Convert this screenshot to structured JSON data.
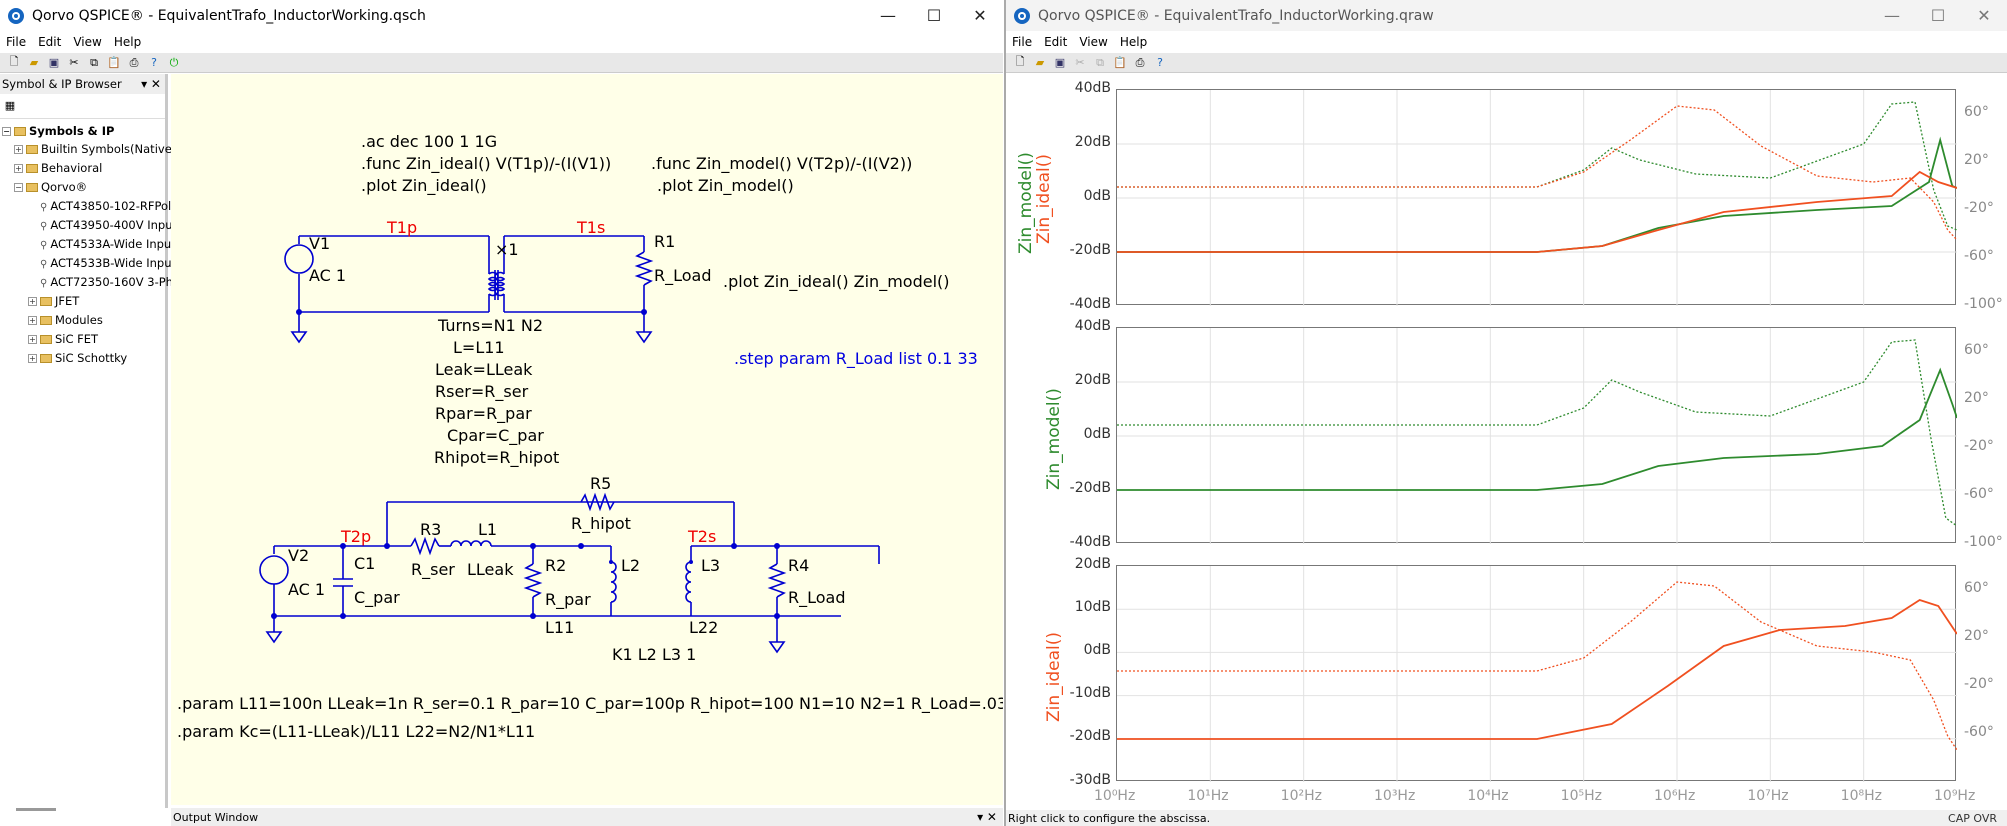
{
  "left_window": {
    "title": "Qorvo QSPICE® - EquivalentTrafo_InductorWorking.qsch",
    "menu": [
      "File",
      "Edit",
      "View",
      "Help"
    ],
    "browser": {
      "title": "Symbol & IP Browser",
      "items": [
        {
          "label": "Symbols & IP",
          "level": 0,
          "bold": true
        },
        {
          "label": "Builtin Symbols(Native D",
          "level": 1
        },
        {
          "label": "Behavioral",
          "level": 1
        },
        {
          "label": "Qorvo®",
          "level": 1
        },
        {
          "label": "ACT43850-102-RFPol",
          "level": 2
        },
        {
          "label": "ACT43950-400V Inpu",
          "level": 2
        },
        {
          "label": "ACT4533A-Wide Inpu",
          "level": 2
        },
        {
          "label": "ACT4533B-Wide Inpu",
          "level": 2
        },
        {
          "label": "ACT72350-160V 3-Ph",
          "level": 2
        },
        {
          "label": "JFET",
          "level": 1
        },
        {
          "label": "Modules",
          "level": 1
        },
        {
          "label": "SiC FET",
          "level": 1
        },
        {
          "label": "SiC Schottky",
          "level": 1
        }
      ]
    },
    "output_window": "Output Window",
    "schematic": {
      "directives": {
        "ac": ".ac dec 100 1 1G",
        "func_ideal": ".func Zin_ideal() V(T1p)/-(I(V1))",
        "plot_ideal": ".plot Zin_ideal()",
        "func_model": ".func Zin_model() V(T2p)/-(I(V2))",
        "plot_model": ".plot Zin_model()",
        "plot_both": ".plot Zin_ideal() Zin_model()",
        "step": ".step param R_Load list 0.1 33",
        "param1": ".param L11=100n LLeak=1n R_ser=0.1 R_par=10 C_par=100p R_hipot=100 N1=10 N2=1 R_Load=.03",
        "param2": ".param Kc=(L11-LLeak)/L11 L22=N2/N1*L11",
        "coupling": "K1 L2 L3 1"
      },
      "labels": {
        "v1": "V1",
        "v1_val": "AC 1",
        "t1p": "T1p",
        "t1s": "T1s",
        "x1": "×1",
        "r1": "R1",
        "r1_val": "R_Load",
        "turns": "Turns=N1 N2",
        "l": "L=L11",
        "leak": "Leak=LLeak",
        "rser": "Rser=R_ser",
        "rpar": "Rpar=R_par",
        "cpar": "Cpar=C_par",
        "rhipot": "Rhipot=R_hipot",
        "r5": "R5",
        "r5_val": "R_hipot",
        "v2": "V2",
        "v2_val": "AC 1",
        "t2p": "T2p",
        "c1": "C1",
        "c1_val": "C_par",
        "r3": "R3",
        "r3_val": "R_ser",
        "l1": "L1",
        "l1_val": "LLeak",
        "r2": "R2",
        "r2_val": "R_par",
        "l11": "L11",
        "l2": "L2",
        "t2s": "T2s",
        "l3": "L3",
        "l22": "L22",
        "r4": "R4",
        "r4_val": "R_Load"
      }
    }
  },
  "right_window": {
    "title": "Qorvo QSPICE® - EquivalentTrafo_InductorWorking.qraw",
    "menu": [
      "File",
      "Edit",
      "View",
      "Help"
    ],
    "status": "Right click to configure the abscissa.",
    "caps": "CAP OVR",
    "colors": {
      "model": "#2e8b2e",
      "ideal": "#f05020"
    },
    "chart_data": [
      {
        "type": "line",
        "pane": "top",
        "series": [
          {
            "name": "Zin_model()"
          },
          {
            "name": "Zin_ideal()"
          }
        ],
        "yticks_left": [
          "40dB",
          "20dB",
          "0dB",
          "-20dB",
          "-40dB"
        ],
        "yticks_right": [
          "60°",
          "20°",
          "-20°",
          "-60°",
          "-100°"
        ],
        "ylim": [
          -40,
          40
        ]
      },
      {
        "type": "line",
        "pane": "middle",
        "series": [
          {
            "name": "Zin_model()"
          }
        ],
        "yticks_left": [
          "40dB",
          "20dB",
          "0dB",
          "-20dB",
          "-40dB"
        ],
        "yticks_right": [
          "60°",
          "20°",
          "-20°",
          "-60°",
          "-100°"
        ],
        "ylim": [
          -40,
          40
        ]
      },
      {
        "type": "line",
        "pane": "bottom",
        "series": [
          {
            "name": "Zin_ideal()"
          }
        ],
        "yticks_left": [
          "20dB",
          "10dB",
          "0dB",
          "-10dB",
          "-20dB",
          "-30dB"
        ],
        "yticks_right": [
          "60°",
          "20°",
          "-20°",
          "-60°"
        ],
        "ylim": [
          -30,
          20
        ]
      }
    ],
    "xticks": [
      "10⁰Hz",
      "10¹Hz",
      "10²Hz",
      "10³Hz",
      "10⁴Hz",
      "10⁵Hz",
      "10⁶Hz",
      "10⁷Hz",
      "10⁸Hz",
      "10⁹Hz"
    ]
  }
}
